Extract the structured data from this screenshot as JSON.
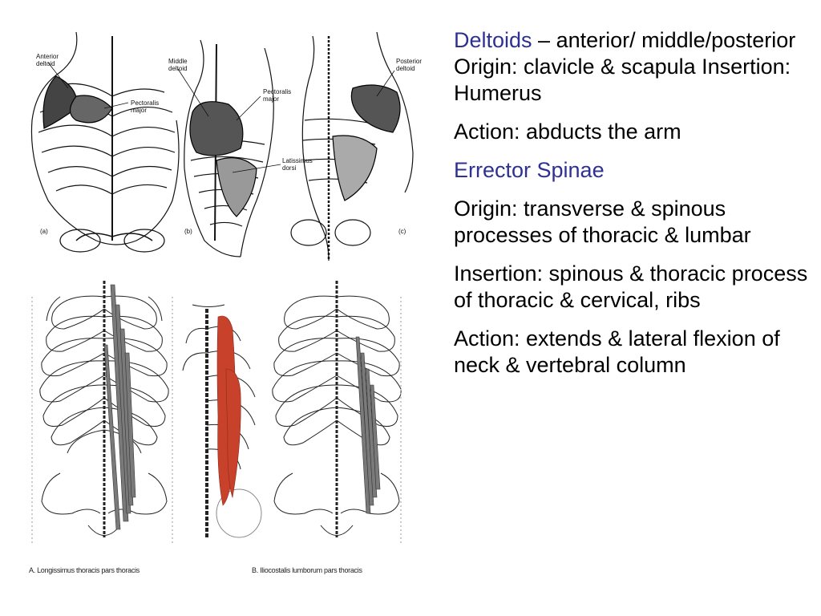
{
  "figure_top": {
    "labels": {
      "anterior_deltoid": [
        "Anterior",
        "deltoid"
      ],
      "pectoralis_major_a": [
        "Pectoralis",
        "major"
      ],
      "panel_a": "(a)",
      "middle_deltoid": [
        "Middle",
        "deltoid"
      ],
      "pectoralis_major_b": [
        "Pectoralis",
        "major"
      ],
      "latissimus_dorsi": [
        "Latissimus",
        "dorsi"
      ],
      "panel_b": "(b)",
      "posterior_deltoid": [
        "Posterior",
        "deltoid"
      ],
      "panel_c": "(c)"
    }
  },
  "figure_bottom": {
    "caption_a": "A. Longissimus thoracis pars thoracis",
    "caption_b": "B. Iliocostalis lumborum pars thoracis",
    "muscle_color": "#c8412b",
    "strip_color": "#7a7a7a"
  },
  "text": {
    "deltoids_term": "Deltoids",
    "deltoids_desc": " – anterior/ middle/posterior Origin: clavicle & scapula Insertion: Humerus",
    "deltoids_action": "Action: abducts the arm",
    "erector_term": "Errector Spinae",
    "erector_origin": "Origin: transverse & spinous processes of thoracic & lumbar",
    "erector_insertion": "Insertion: spinous & thoracic process of thoracic & cervical, ribs",
    "erector_action": "Action: extends & lateral flexion  of  neck & vertebral column"
  },
  "colors": {
    "accent": "#2e3192",
    "text": "#000000",
    "background": "#ffffff"
  }
}
